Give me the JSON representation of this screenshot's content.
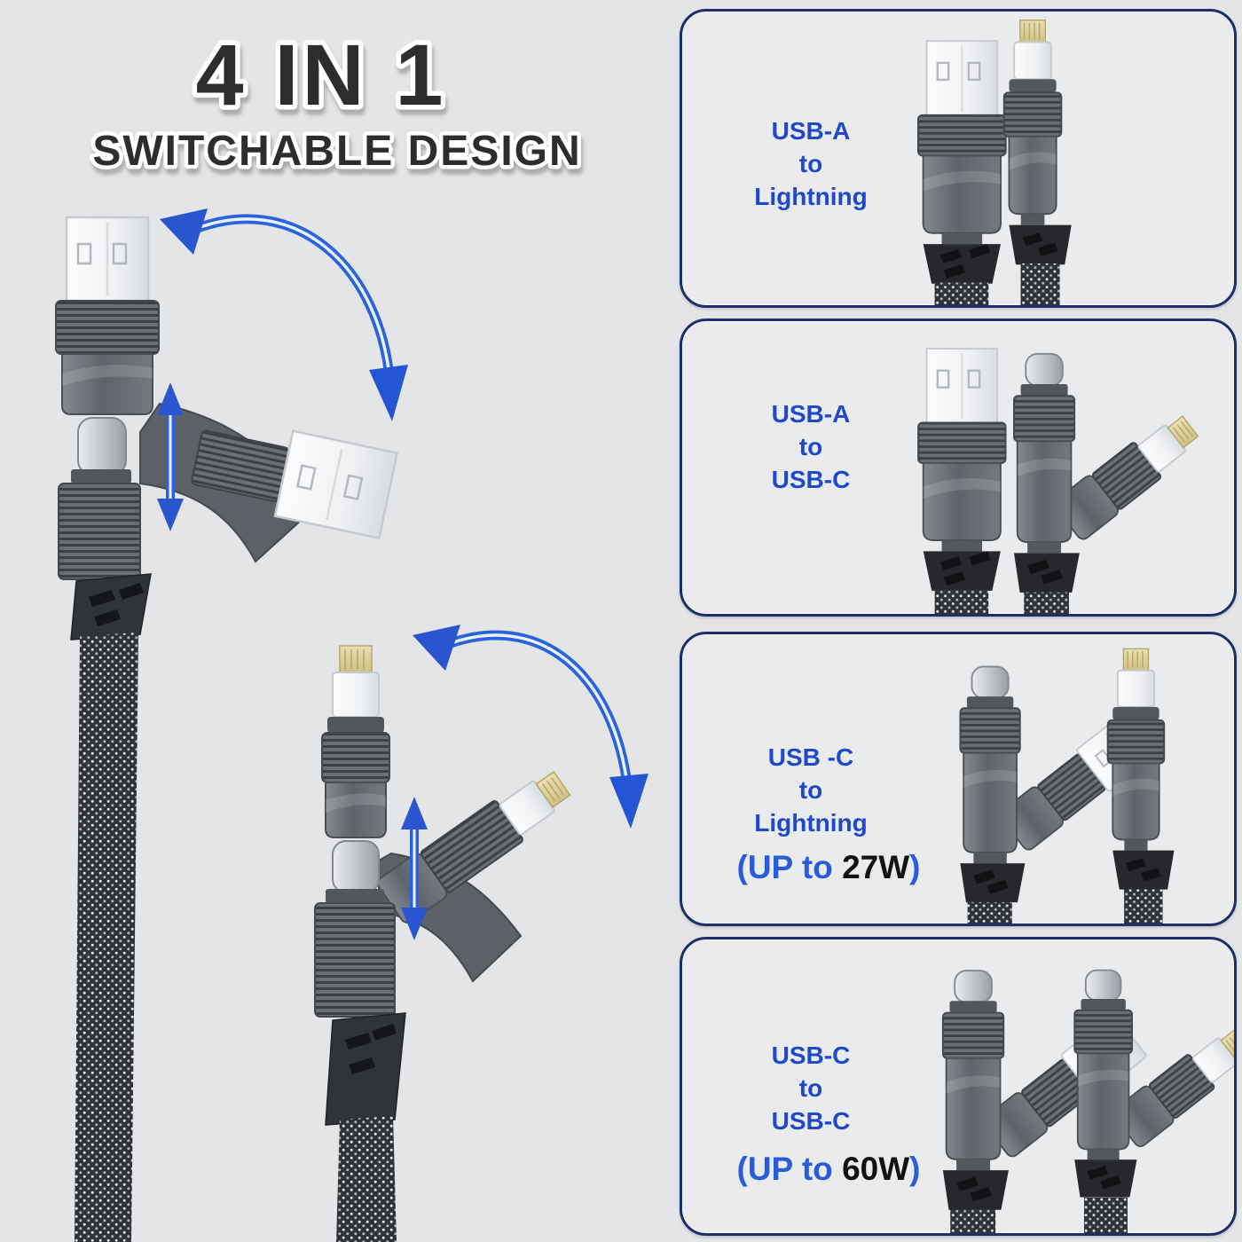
{
  "title": {
    "line1": "4 IN 1",
    "line2": "SWITCHABLE DESIGN"
  },
  "left_illustrations": {
    "top": "usb-a-with-usb-c-switchable-connector, curved rotate arrow, vertical slide arrow, braided flat cable",
    "bottom": "lightning-with-usb-c-switchable-connector, curved rotate arrow, vertical slide arrow, braided flat cable"
  },
  "panels": [
    {
      "id": "usba-to-lightning",
      "line1": "USB-A",
      "line2": "to",
      "line3": "Lightning",
      "connectors": [
        "usb-a-plug",
        "lightning-plug"
      ]
    },
    {
      "id": "usba-to-usbc",
      "line1": "USB-A",
      "line2": "to",
      "line3": "USB-C",
      "connectors": [
        "usb-a-plug",
        "usb-c-plug-with-folded-lightning"
      ]
    },
    {
      "id": "usbc-to-lightning",
      "line1": "USB -C",
      "line2": "to",
      "line3": "Lightning",
      "power_prefix": "(UP to ",
      "power_value": "27W",
      "power_suffix": ")",
      "connectors": [
        "usb-c-plug-with-folded-usb-a",
        "lightning-plug"
      ]
    },
    {
      "id": "usbc-to-usbc",
      "line1": "USB-C",
      "line2": "to",
      "line3": "USB-C",
      "power_prefix": "(UP to ",
      "power_value": "60W",
      "power_suffix": ")",
      "connectors": [
        "usb-c-plug-with-folded-usb-a",
        "usb-c-plug-with-folded-lightning"
      ]
    }
  ],
  "colors": {
    "background": "#e4e5e6",
    "panel_background": "#eaebec",
    "panel_border_navy": "#1d2e6b",
    "label_blue": "#1f49c8",
    "power_blue": "#2a5bd8",
    "power_value_black": "#121212",
    "arrow_blue": "#2b63da",
    "title_text": "#2d2d2d",
    "title_outline": "#ffffff"
  }
}
